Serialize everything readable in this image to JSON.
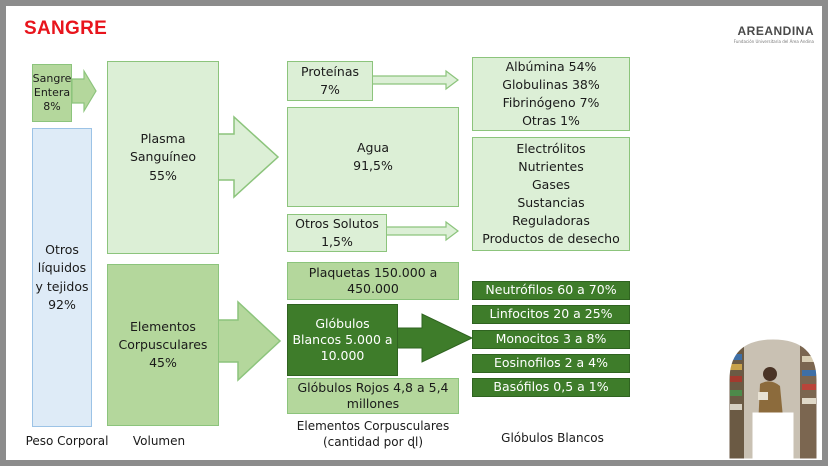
{
  "title": "SANGRE",
  "logo": {
    "name": "AREANDINA",
    "subtitle": "Fundación Universitaria del Área Andina"
  },
  "peso_corporal": {
    "sangre_entera": "Sangre\nEntera\n8%",
    "otros": "Otros\nlíquidos\ny tejidos\n92%"
  },
  "volumen": {
    "plasma": "Plasma\nSanguíneo\n55%",
    "elementos": "Elementos\nCorpusculares\n45%"
  },
  "plasma_parts": {
    "proteinas": "Proteínas\n7%",
    "agua": "Agua\n91,5%",
    "otros_solutos": "Otros Solutos\n1,5%"
  },
  "proteinas_detalle": "Albúmina 54%\nGlobulinas 38%\nFibrinógeno 7%\nOtras 1%",
  "solutos_detalle": "Electrólitos\nNutrientes\nGases\nSustancias\nReguladoras\nProductos de desecho",
  "elementos_parts": {
    "plaquetas": "Plaquetas 150.000 a\n450.000",
    "globulos_blancos": "Glóbulos\nBlancos 5.000 a\n10.000",
    "globulos_rojos": "Glóbulos Rojos 4,8 a 5,4\nmillones"
  },
  "globulos_blancos_tipos": [
    "Neutrófilos 60 a 70%",
    "Linfocitos 20 a 25%",
    "Monocitos 3 a 8%",
    "Eosinofilos 2 a 4%",
    "Basófilos 0,5 a 1%"
  ],
  "captions": {
    "peso": "Peso Corporal",
    "volumen": "Volumen",
    "elementos": "Elementos Corpusculares\n(cantidad por ɖl)",
    "blancos": "Glóbulos Blancos"
  },
  "colors": {
    "title_red": "#e8141c",
    "light_green": "#dcefd6",
    "mid_green": "#b4d79c",
    "dark_green": "#3e7c2a",
    "light_blue": "#deebf7"
  }
}
